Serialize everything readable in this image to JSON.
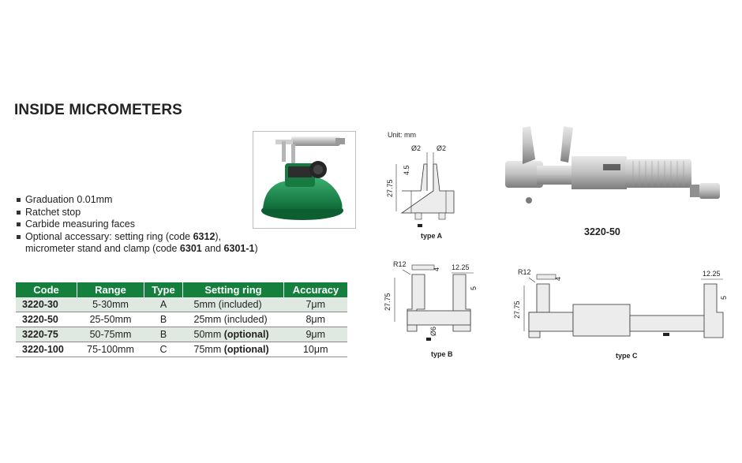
{
  "title": "INSIDE MICROMETERS",
  "features": [
    "Graduation 0.01mm",
    "Ratchet stop",
    "Carbide measuring faces"
  ],
  "accessory": {
    "line1_prefix": "Optional accessary: setting ring (code ",
    "ring_code": "6312",
    "line1_suffix": "),",
    "line2_prefix": "micrometer stand and clamp (code ",
    "stand_code": "6301",
    "and_text": " and ",
    "clamp_code": "6301-1",
    "line2_suffix": ")"
  },
  "table": {
    "headers": [
      "Code",
      "Range",
      "Type",
      "Setting ring",
      "Accuracy"
    ],
    "rows": [
      {
        "code": "3220-30",
        "range": "5-30mm",
        "type": "A",
        "ring": "5mm",
        "ring_note": "(included)",
        "ring_bold": false,
        "accuracy": "7μm"
      },
      {
        "code": "3220-50",
        "range": "25-50mm",
        "type": "B",
        "ring": "25mm",
        "ring_note": "(included)",
        "ring_bold": false,
        "accuracy": "8μm"
      },
      {
        "code": "3220-75",
        "range": "50-75mm",
        "type": "B",
        "ring": "50mm",
        "ring_note": "(optional)",
        "ring_bold": true,
        "accuracy": "9μm"
      },
      {
        "code": "3220-100",
        "range": "75-100mm",
        "type": "C",
        "ring": "75mm",
        "ring_note": "(optional)",
        "ring_bold": true,
        "accuracy": "10μm"
      }
    ]
  },
  "diagrams": {
    "unit": "Unit: mm",
    "type_a": {
      "label": "type A",
      "dia_left": "Ø2",
      "dia_right": "Ø2",
      "dim_45": "4.5",
      "dim_height": "27.75"
    },
    "type_b": {
      "label": "type B",
      "r": "R12",
      "dim_4": "4",
      "dim_1225": "12.25",
      "dim_5": "5",
      "dim_height": "27.75",
      "dia": "Ø6"
    },
    "type_c": {
      "label": "type C",
      "r": "R12",
      "dim_4": "4",
      "dim_1225": "12.25",
      "dim_5": "5",
      "dim_height": "27.75"
    }
  },
  "product_model": "3220-50",
  "colors": {
    "header_green": "#15803d",
    "row_shade": "#dfe9e2",
    "stand_green": "#1f8f4e"
  }
}
